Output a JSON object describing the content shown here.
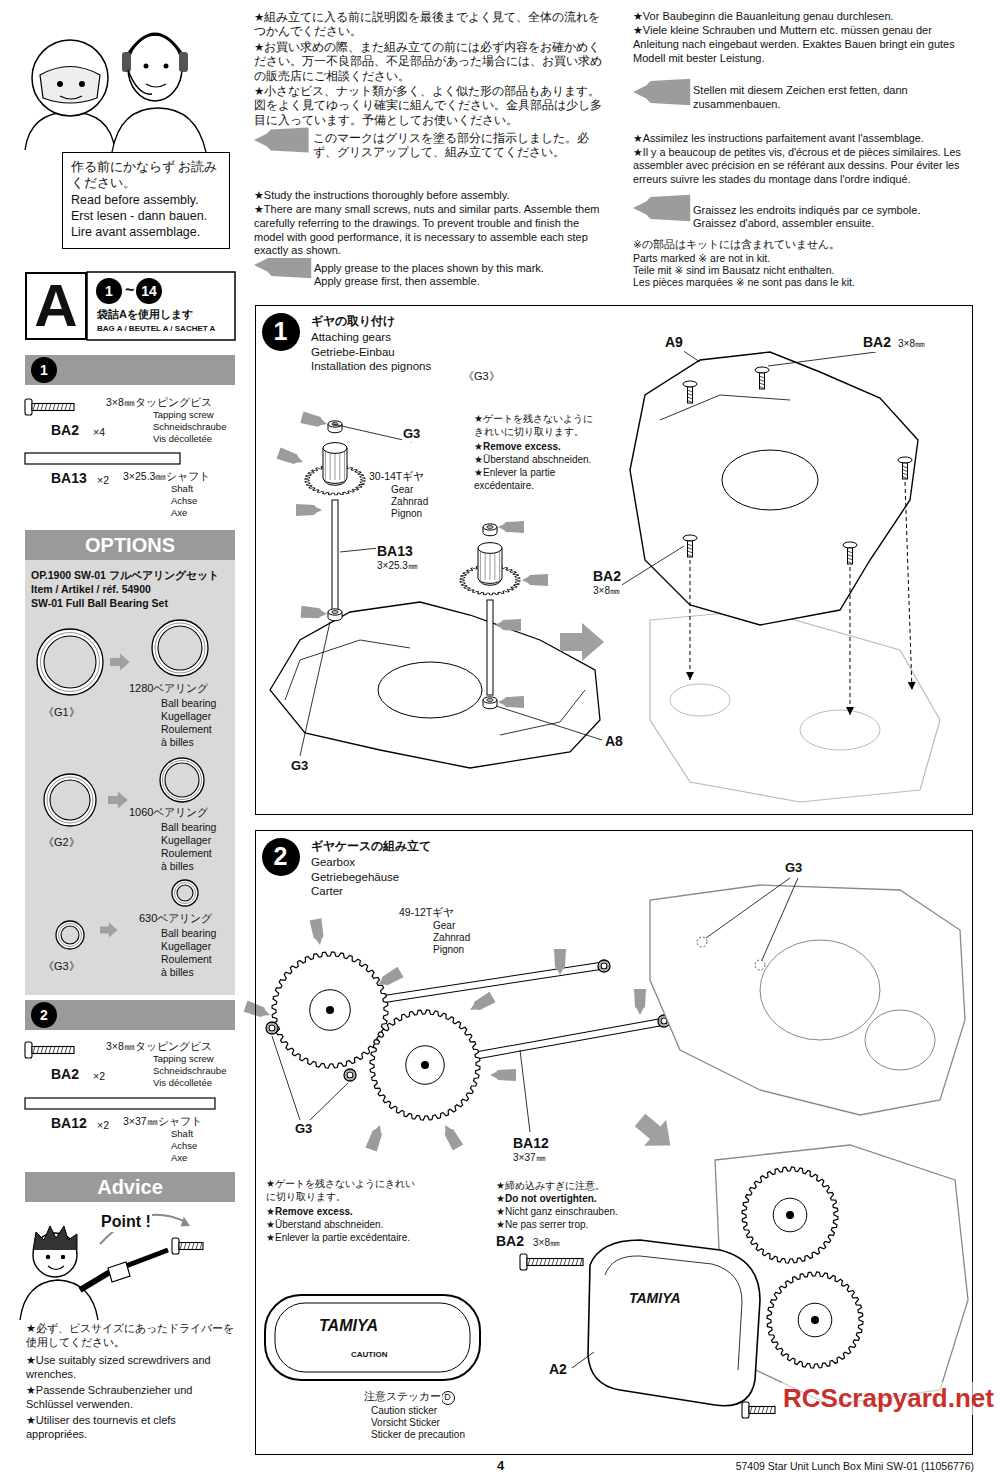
{
  "diagram": {
    "nodes": [
      {
        "text": [
          "作る前にかならず お読みください。",
          "Read before assembly.",
          "Erst lesen - dann bauen.",
          "Lire avant assemblage."
        ]
      },
      {
        "text": [
          "A"
        ]
      },
      {
        "text": [
          "1"
        ]
      },
      {
        "text": [
          "14"
        ]
      },
      {
        "text": [
          "1"
        ]
      },
      {
        "text": [
          "OPTIONS"
        ]
      },
      {
        "text": [
          "OP.1900 SW-01 フルベアリングセット",
          "Item / Artikel / réf. 54900",
          "SW-01 Full Ball Bearing Set"
        ]
      },
      {
        "text": [
          "2"
        ]
      },
      {
        "text": [
          "Advice"
        ]
      },
      {
        "text": [
          "ギヤの取り付け",
          "Attaching gears",
          "Getriebe-Einbau",
          "Installation des pignons"
        ]
      },
      {
        "text": [
          "1"
        ],
        "in": 9
      },
      {
        "text": [
          "ギヤケースの組み立て",
          "Gearbox",
          "Getriebegehäuse",
          "Carter"
        ]
      },
      {
        "text": [
          "2"
        ],
        "in": 11
      },
      {
        "text": [
          "D"
        ],
        "in": 11
      }
    ],
    "labels": [
      "★組み立てに入る前に説明図を最後までよく見て、全体の流れをつかんでください。",
      "★お買い求めの際、また組み立ての前には必ず内容をお確かめください。万一不良部品、不足部品があった場合には、お買い求めの販売店にご相談ください。",
      "★小さなビス、ナット類が多く、よく似た形の部品もあります。図をよく見てゆっくり確実に組んでください。金具部品は少し多目に入っています。予備としてお使いください。",
      "このマークはグリスを塗る部分に指示しました。必ず、グリスアップして、組み立ててください。",
      "★Study the instructions thoroughly before assembly.",
      "★There are many small screws, nuts and similar parts. Assemble them carefully referring to the drawings. To prevent trouble and finish the model with good performance, it is necessary to assemble each step exactly as shown.",
      "Apply grease to the places shown by this mark.",
      "Apply grease first, then assemble.",
      "★Vor Baubeginn die Bauanleitung genau durchlesen.",
      "★Viele kleine Schrauben und Muttern etc. müssen genau der Anleitung nach eingebaut werden. Exaktes Bauen bringt ein gutes Modell mit bester Leistung.",
      "Stellen mit diesem Zeichen erst fetten, dann zusammenbauen.",
      "★Assimilez les instructions parfaitement avant l'assemblage.",
      "★Il y a beaucoup de petites vis, d'écrous et de pièces similaires. Les assembler avec précision en se référant aux dessins. Pour éviter les erreurs suivre les stades du montage dans l'ordre indiqué.",
      "Graissez les endroits indiqués par ce symbole.",
      "Graissez d'abord, assembler ensuite.",
      "※の部品はキットには含まれていません。",
      "Parts marked ※ are not in kit.",
      "Teile mit ※ sind im Bausatz nicht enthalten.",
      "Les pièces marquées ※ ne sont pas dans le kit.",
      "~",
      "袋詰Aを使用します",
      "BAG A / BEUTEL A / SACHET A",
      "3×8㎜タッピングビス",
      "Tapping screw",
      "Schneidschraube",
      "Vis décolletée",
      "BA2",
      "×4",
      "BA13",
      "×2",
      "3×25.3㎜シャフト",
      "Shaft",
      "Achse",
      "Axe",
      "1280ベアリング",
      "Ball bearing",
      "Kugellager",
      "Roulement",
      "à billes",
      "《G1》",
      "1060ベアリング",
      "Ball bearing",
      "Kugellager",
      "Roulement",
      "à billes",
      "《G2》",
      "630ベアリング",
      "Ball bearing",
      "Kugellager",
      "Roulement",
      "à billes",
      "《G3》",
      "3×8㎜タッピングビス",
      "Tapping screw",
      "Schneidschraube",
      "Vis décolletée",
      "BA2",
      "×2",
      "BA12",
      "×2",
      "3×37㎜シャフト",
      "Shaft",
      "Achse",
      "Axe",
      "Point !",
      "★必ず、ビスサイズにあったドライバーを使用してください。",
      "★Use suitably sized screwdrivers and wrenches.",
      "★Passende Schraubenzieher und Schlüssel verwenden.",
      "★Utiliser des tournevis et clefs appropriées.",
      "《G3》",
      "★ゲートを残さないようにきれいに切り取ります。",
      "★Remove excess.",
      "★Überstand abschneiden.",
      "★Enlever la partie excédentaire.",
      "G3",
      "30-14Tギヤ",
      "Gear",
      "Zahnrad",
      "Pignon",
      "BA13",
      "3×25.3㎜",
      "A8",
      "G3",
      "A9",
      "BA2",
      "3×8㎜",
      "BA2",
      "3×8㎜",
      "49-12Tギヤ",
      "Gear",
      "Zahnrad",
      "Pignon",
      "G3",
      "BA12",
      "3×37㎜",
      "G3",
      "★ゲートを残さないようにきれいに切り取ります。",
      "★Remove excess.",
      "★Überstand abschneiden.",
      "★Enlever la partie excédentaire.",
      "★締め込みすぎに注意。",
      "★Do not overtighten.",
      "★Nicht ganz einschrauben.",
      "★Ne pas serrer trop.",
      "BA2",
      "3×8㎜",
      "A2",
      "注意ステッカー",
      "Caution sticker",
      "Vorsicht Sticker",
      "Sticker de precaution",
      "TAMIYA",
      "CAUTION",
      "TAMIYA",
      "4",
      "57409 Star Unit Lunch Box Mini SW-01 (11056776)",
      "RCScrapyard.net"
    ]
  }
}
